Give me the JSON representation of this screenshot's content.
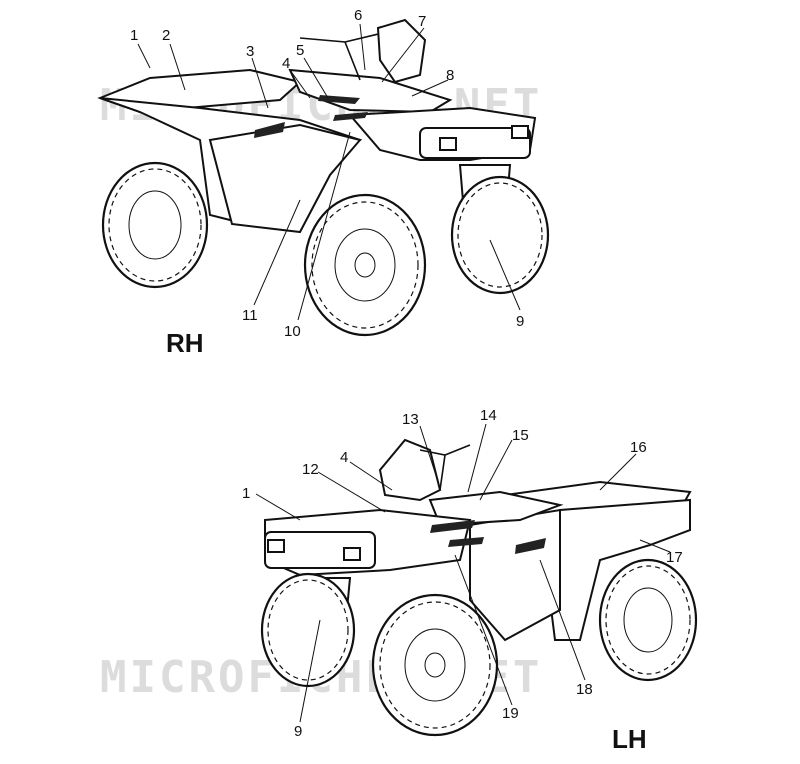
{
  "views": [
    {
      "id": "rh",
      "label": "RH",
      "callouts": [
        "1",
        "2",
        "3",
        "4",
        "5",
        "6",
        "7",
        "8",
        "9",
        "10",
        "11"
      ]
    },
    {
      "id": "lh",
      "label": "LH",
      "callouts": [
        "13",
        "14",
        "15",
        "16",
        "4",
        "12",
        "1",
        "17",
        "18",
        "19",
        "9"
      ]
    }
  ],
  "watermark": [
    "MICROFICHES.NET",
    "MICROFICHES.NET"
  ]
}
